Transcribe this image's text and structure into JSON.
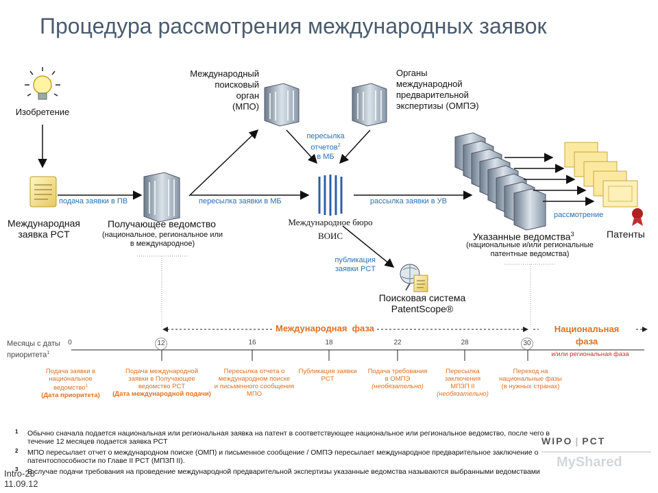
{
  "title": "Процедура рассмотрения международных заявок",
  "nodes": {
    "invention": "Изобретение",
    "pct_application": "Международная\nзаявка PCT",
    "receiving_office_title": "Получающее ведомство",
    "receiving_office_sub": "(национальное, региональное или\nв международное)",
    "isa": "Международный\nпоисковый\nорган\n(МПО)",
    "ipea": "Органы\nмеждународной\nпредварительной\nэкспертизы (ОМПЭ)",
    "ib_line1": "Международное бюро",
    "ib_line2": "ВОИС",
    "designated_title": "Указанные ведомства",
    "designated_sup": "3",
    "designated_sub": "(национальные и/или региональные\nпатентные ведомства)",
    "patents": "Патенты",
    "patentscope": "Поисковая система\nPatentScope®"
  },
  "arrows": {
    "filing": "подача заявки в ПВ",
    "to_ib": "пересылка заявки в МБ",
    "reports": "пересылка\nотчетов",
    "reports_sup": "2",
    "reports_end": "в МБ",
    "to_designated": "рассылка заявки в УВ",
    "examination": "рассмотрение",
    "publication": "публикация\nзаявки PCT"
  },
  "timeline": {
    "phase_international": "Международная  фаза",
    "phase_national": "Национальная\nфаза",
    "phase_national_sub": "и/или региональная фаза",
    "months_label": "Месяцы с даты\nприоритета",
    "months_sup": "1",
    "months": [
      "0",
      "12",
      "16",
      "18",
      "22",
      "28",
      "30"
    ],
    "events": [
      {
        "text": "Подача заявки в\nнациональное\nведомство",
        "sup": "1",
        "bold": "(Дата приоритета)"
      },
      {
        "text": "Подача международной\nзаявки в Получающее\nведомство PCT",
        "bold": "(Дата международной подачи)"
      },
      {
        "text": "Пересылка отчета о\nмеждународном поиске\nи письменного сообщения\nМПО"
      },
      {
        "text": "Публикация заявки\nPCT"
      },
      {
        "text": "Подача требования\nв ОМПЭ",
        "italic": "(необязательно)"
      },
      {
        "text": "Пересылка\nзаключения\nМПЗП II",
        "italic": "(необязательно)"
      },
      {
        "text": "Переход на\nнациональные фазы\n(в нужных странах)"
      }
    ]
  },
  "footnotes": [
    {
      "num": "1",
      "text": "Обычно сначала подается национальная или региональная заявка на патент в соответствующее национальное или региональное ведомство, после чего в\nтечение 12 месяцев подается заявка PCT"
    },
    {
      "num": "2",
      "text": "МПО пересылает отчет о международном поиске (ОМП) и письменное сообщение / ОМПЭ пересылает международное предварительное заключение о\nпатентоспособности по Главе II PCT (МПЗП II)."
    },
    {
      "num": "3",
      "text": "В случае подачи требования на проведение международной предварительной экспертизы указанные ведомства называются выбранными ведомствами"
    }
  ],
  "slide_ref": "Intro-28",
  "slide_date": "11.09.12",
  "logo_wipo": "WIPO",
  "logo_pct": "PCT",
  "watermark": "MyShared",
  "colors": {
    "title": "#4a5b6e",
    "accent": "#e07020",
    "link": "#2a6fb0"
  }
}
